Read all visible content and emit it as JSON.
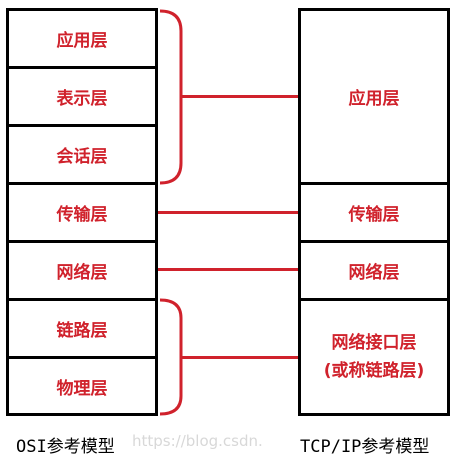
{
  "osi": {
    "caption": "OSI参考模型",
    "layers": [
      "应用层",
      "表示层",
      "会话层",
      "传输层",
      "网络层",
      "链路层",
      "物理层"
    ]
  },
  "tcpip": {
    "caption": "TCP/IP参考模型",
    "layers": [
      "应用层",
      "传输层",
      "网络层"
    ],
    "network_interface": {
      "line1": "网络接口层",
      "line2": "(或称链路层)"
    }
  },
  "watermark": "https://blog.csdn.",
  "colors": {
    "accent": "#d0222c",
    "border": "#000000"
  }
}
